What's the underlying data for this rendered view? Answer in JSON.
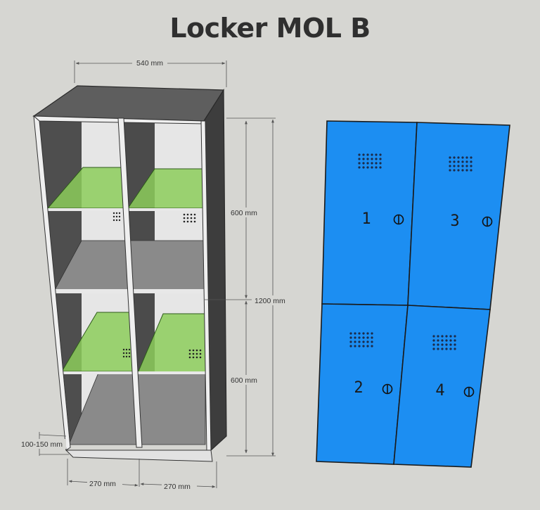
{
  "title": "Locker MOL B",
  "dimensions": {
    "total_width": "540 mm",
    "upper_height": "600 mm",
    "total_height": "1200 mm",
    "lower_height": "600 mm",
    "plinth": "100-150 mm",
    "left_width": "270 mm",
    "right_width": "270 mm"
  },
  "doors": [
    {
      "number": "1"
    },
    {
      "number": "3"
    },
    {
      "number": "2"
    },
    {
      "number": "4"
    }
  ],
  "colors": {
    "background": "#d6d6d2",
    "door_blue": "#1c8ef2",
    "shelf_green": "#8ccc5a",
    "cabinet_dark": "#555555",
    "cabinet_light": "#e4e4e4"
  }
}
